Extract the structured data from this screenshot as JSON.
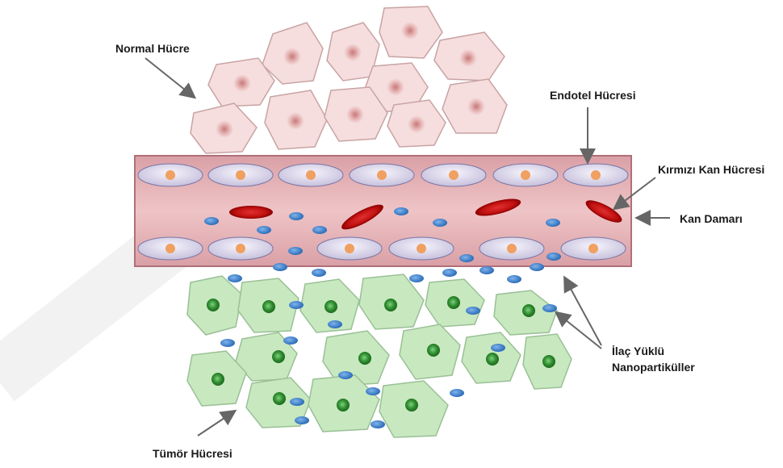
{
  "labels": {
    "normal_cell": "Normal Hücre",
    "endothelial_cell": "Endotel Hücresi",
    "red_blood_cell": "Kırmızı Kan Hücresi",
    "blood_vessel": "Kan Damarı",
    "drug_nanoparticles_line1": "İlaç Yüklü",
    "drug_nanoparticles_line2": "Nanopartiküller",
    "tumor_cell": "Tümör Hücresi"
  },
  "colors": {
    "normal_cell_fill": "#f6dede",
    "normal_cell_stroke": "#c9a3a3",
    "vessel_fill": "#e8b4b8",
    "endothelial_fill": "#e4e0f0",
    "endothelial_nucleus": "#f0a060",
    "red_blood_cell": "#d01818",
    "nanoparticle": "#3d7fc8",
    "tumor_cell_fill": "#c8e8c0",
    "tumor_nucleus": "#3a9a3a"
  }
}
